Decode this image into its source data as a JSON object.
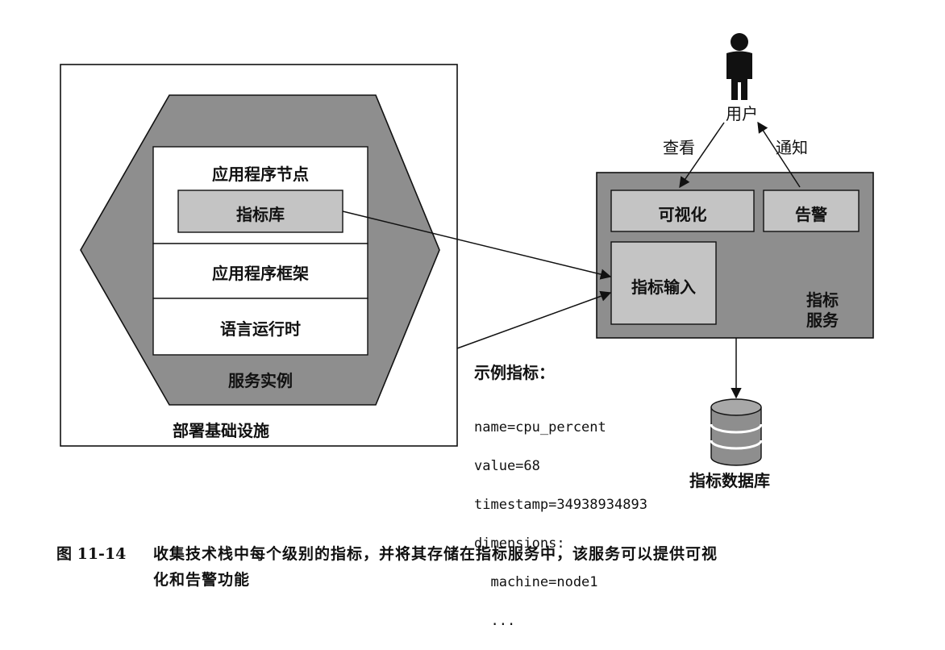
{
  "infrastructure": {
    "label": "部署基础设施"
  },
  "service_instance": {
    "label": "服务实例",
    "layers": {
      "app_node": "应用程序节点",
      "metrics_library": "指标库",
      "framework": "应用程序框架",
      "runtime": "语言运行时"
    }
  },
  "user": {
    "label": "用户",
    "view_label": "查看",
    "notify_label": "通知"
  },
  "metrics_service": {
    "label_line1": "指标",
    "label_line2": "服务",
    "visualization": "可视化",
    "alerting": "告警",
    "ingestion": "指标输入"
  },
  "database": {
    "label": "指标数据库"
  },
  "example": {
    "title": "示例指标：",
    "lines": [
      "name=cpu_percent",
      "value=68",
      "timestamp=34938934893",
      "dimensions:",
      "  machine=node1",
      "  ..."
    ]
  },
  "caption": {
    "number": "图 11-14",
    "line1": "收集技术栈中每个级别的指标，并将其存储在指标服务中，该服务可以提供可视",
    "line2": "化和告警功能"
  },
  "colors": {
    "dark_gray": "#8e8e8e",
    "light_gray": "#c4c4c4",
    "line": "#111111"
  },
  "icons": {
    "user": "person-icon",
    "database": "database-icon"
  }
}
